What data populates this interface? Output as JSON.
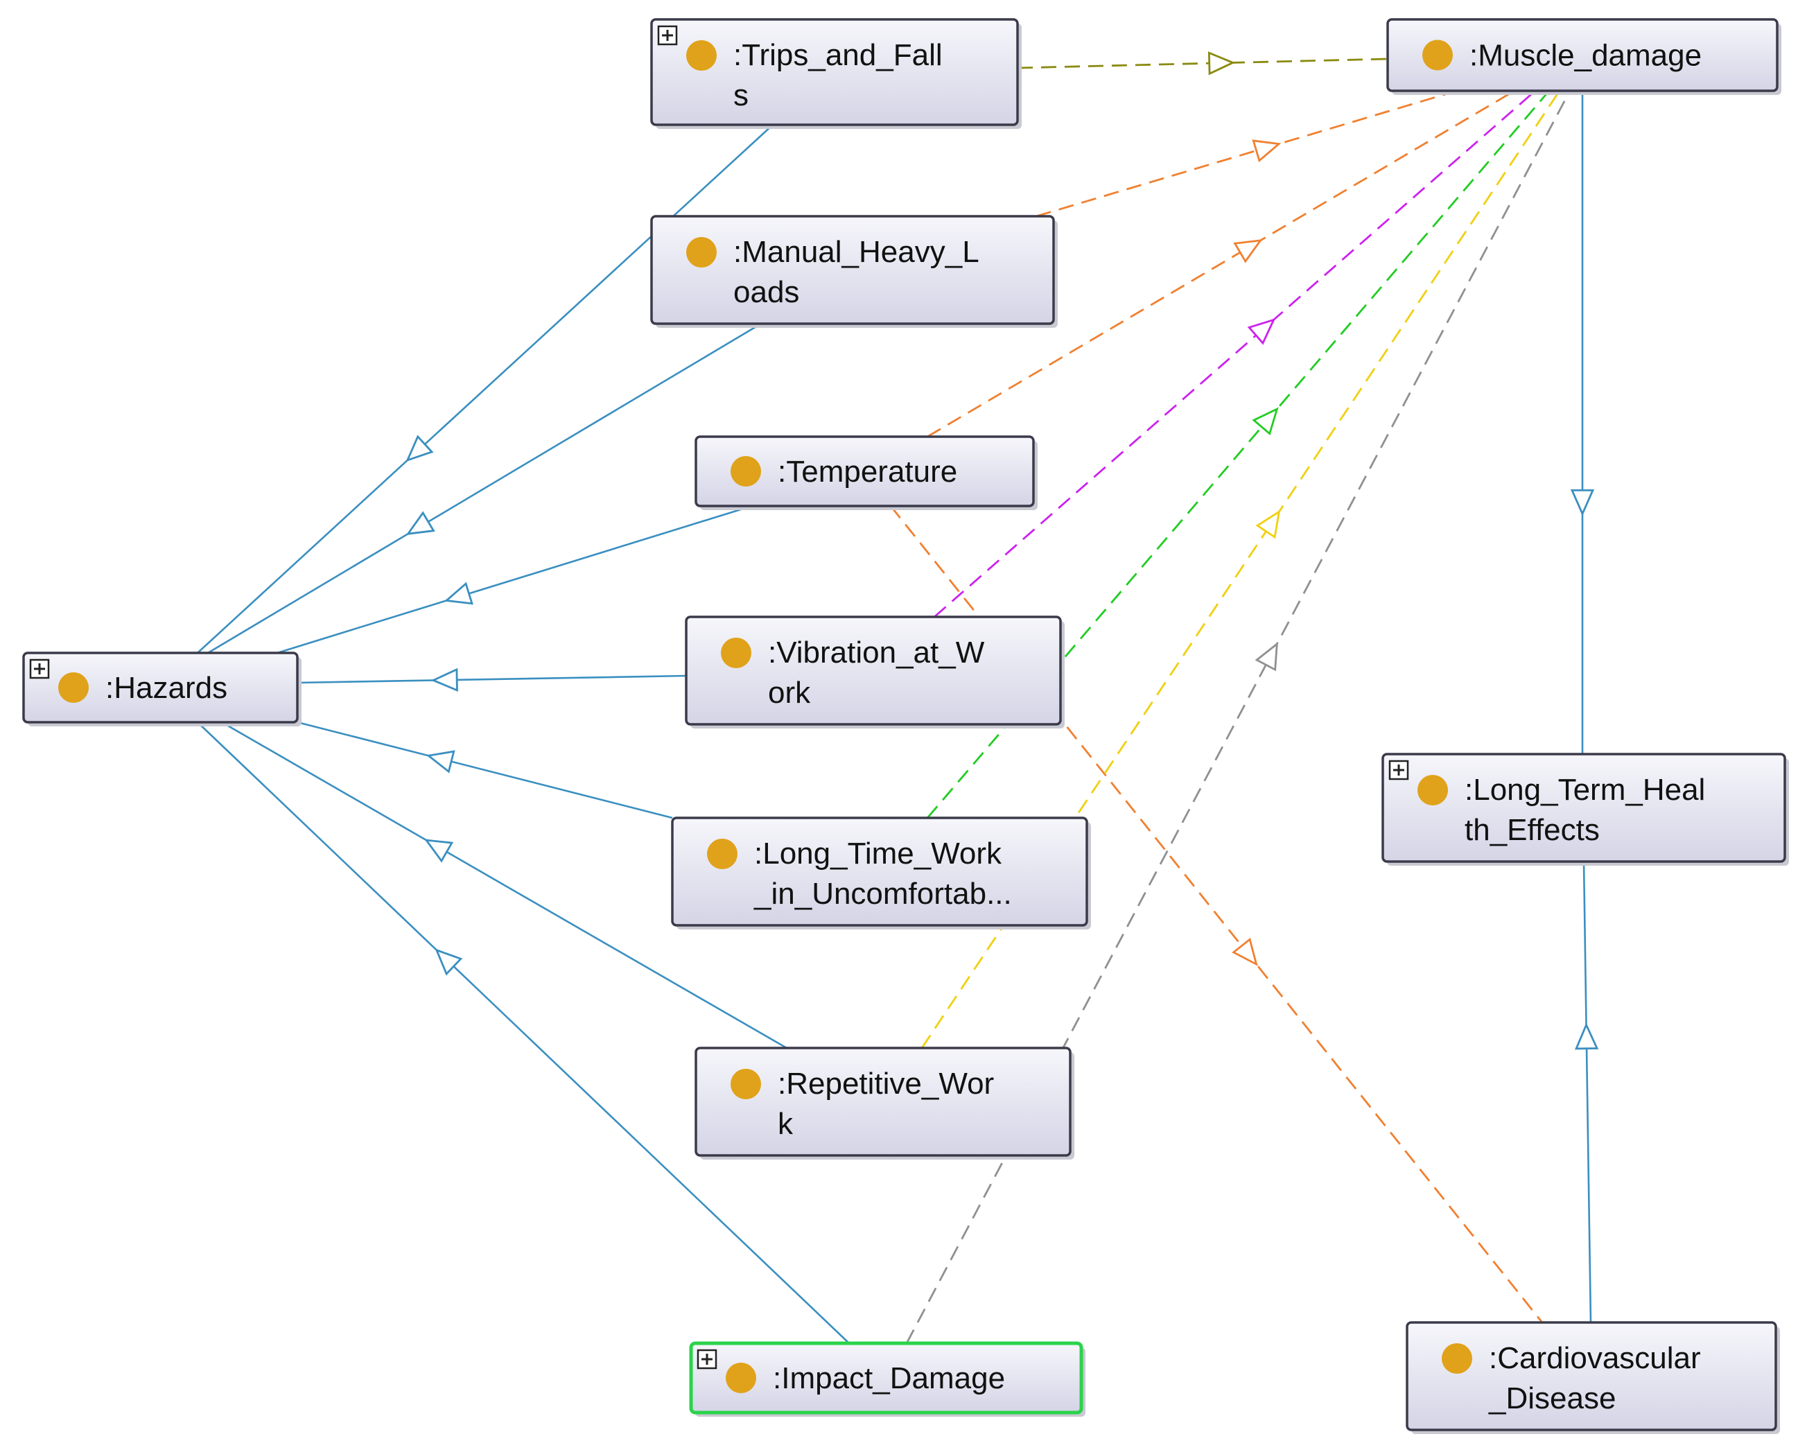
{
  "nodes": [
    {
      "id": "trips",
      "lines": [
        ":Trips_and_Fall",
        "s"
      ],
      "expandable": true
    },
    {
      "id": "manual",
      "lines": [
        ":Manual_Heavy_L",
        "oads"
      ],
      "expandable": false
    },
    {
      "id": "temperature",
      "lines": [
        ":Temperature"
      ],
      "expandable": false
    },
    {
      "id": "vibration",
      "lines": [
        ":Vibration_at_W",
        "ork"
      ],
      "expandable": false
    },
    {
      "id": "longtime",
      "lines": [
        ":Long_Time_Work",
        "_in_Uncomfortab..."
      ],
      "expandable": false
    },
    {
      "id": "repetitive",
      "lines": [
        ":Repetitive_Wor",
        "k"
      ],
      "expandable": false
    },
    {
      "id": "impact",
      "lines": [
        ":Impact_Damage"
      ],
      "expandable": true,
      "selected": true
    },
    {
      "id": "hazards",
      "lines": [
        ":Hazards"
      ],
      "expandable": true
    },
    {
      "id": "muscle",
      "lines": [
        ":Muscle_damage"
      ],
      "expandable": false
    },
    {
      "id": "longterm",
      "lines": [
        ":Long_Term_Heal",
        "th_Effects"
      ],
      "expandable": true
    },
    {
      "id": "cardio",
      "lines": [
        ":Cardiovascular",
        "_Disease"
      ],
      "expandable": false
    }
  ],
  "subclass_edges": [
    {
      "from": "trips",
      "to": "hazards"
    },
    {
      "from": "manual",
      "to": "hazards"
    },
    {
      "from": "temperature",
      "to": "hazards"
    },
    {
      "from": "vibration",
      "to": "hazards"
    },
    {
      "from": "longtime",
      "to": "hazards"
    },
    {
      "from": "repetitive",
      "to": "hazards"
    },
    {
      "from": "impact",
      "to": "hazards"
    },
    {
      "from": "muscle",
      "to": "longterm"
    },
    {
      "from": "cardio",
      "to": "longterm"
    }
  ],
  "property_edges": [
    {
      "from": "trips",
      "to": "muscle",
      "color": "#8a8a10"
    },
    {
      "from": "manual",
      "to": "muscle",
      "color": "#f08030"
    },
    {
      "from": "temperature",
      "to": "muscle",
      "color": "#f08030"
    },
    {
      "from": "temperature",
      "to": "cardio",
      "color": "#f08030"
    },
    {
      "from": "vibration",
      "to": "muscle",
      "color": "#cc22ee"
    },
    {
      "from": "longtime",
      "to": "muscle",
      "color": "#22cc22"
    },
    {
      "from": "repetitive",
      "to": "muscle",
      "color": "#f0d010"
    },
    {
      "from": "impact",
      "to": "muscle",
      "color": "#909090"
    }
  ],
  "colors": {
    "subclass_edge": "#3a8fc0",
    "node_dot": "#e0a21a",
    "selected_border": "#2ad34a"
  },
  "icons": {
    "node_dot": "class-dot-icon",
    "expand": "plus-box-icon"
  }
}
